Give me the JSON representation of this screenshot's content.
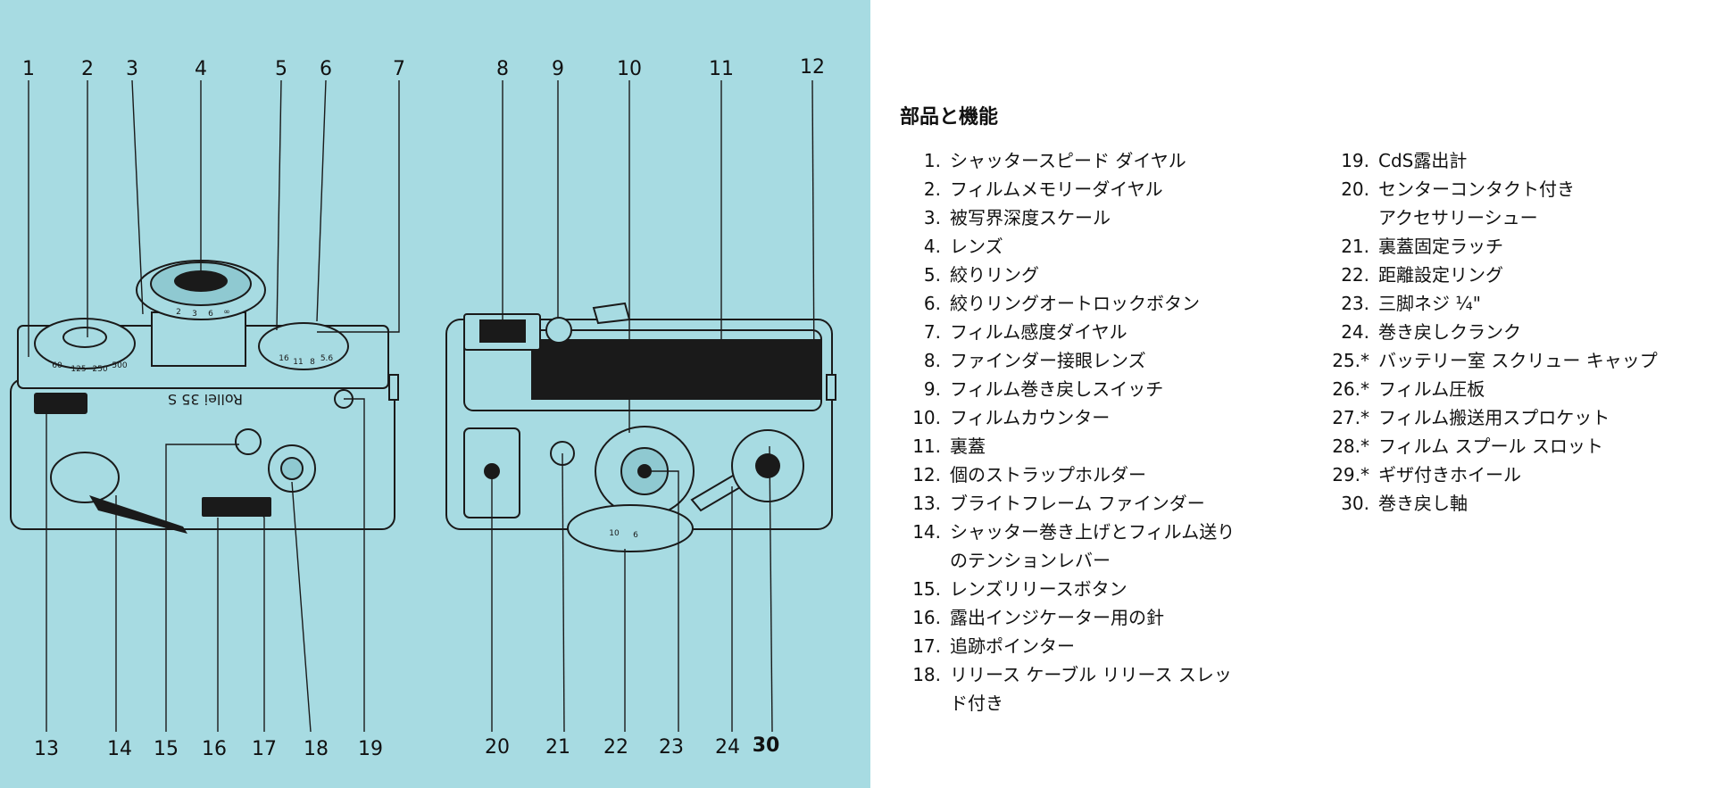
{
  "heading": "部品と機能",
  "parts_left": [
    {
      "num": "1.",
      "label": "シャッタースピード ダイヤル"
    },
    {
      "num": "2.",
      "label": "フィルムメモリーダイヤル"
    },
    {
      "num": "3.",
      "label": "被写界深度スケール"
    },
    {
      "num": "4.",
      "label": "レンズ"
    },
    {
      "num": "5.",
      "label": "絞りリング"
    },
    {
      "num": "6.",
      "label": "絞りリングオートロックボタン"
    },
    {
      "num": "7.",
      "label": "フィルム感度ダイヤル"
    },
    {
      "num": "8.",
      "label": "ファインダー接眼レンズ"
    },
    {
      "num": "9.",
      "label": "フィルム巻き戻しスイッチ"
    },
    {
      "num": "10.",
      "label": "フィルムカウンター"
    },
    {
      "num": "11.",
      "label": "裏蓋"
    },
    {
      "num": "12.",
      "label": "個のストラップホルダー"
    },
    {
      "num": "13.",
      "label": "ブライトフレーム ファインダー"
    },
    {
      "num": "14.",
      "label": "シャッター巻き上げとフィルム送り"
    },
    {
      "num": "",
      "label": "のテンションレバー"
    },
    {
      "num": "15.",
      "label": "レンズリリースボタン"
    },
    {
      "num": "16.",
      "label": "露出インジケーター用の針"
    },
    {
      "num": "17.",
      "label": "追跡ポインター"
    },
    {
      "num": "18.",
      "label": "リリース ケーブル リリース スレッ"
    },
    {
      "num": "",
      "label": "ド付き"
    }
  ],
  "parts_right": [
    {
      "num": "19.",
      "label": "CdS露出計"
    },
    {
      "num": "20.",
      "label": "センターコンタクト付き"
    },
    {
      "num": "",
      "label": "アクセサリーシュー"
    },
    {
      "num": "21.",
      "label": "裏蓋固定ラッチ"
    },
    {
      "num": "22.",
      "label": "距離設定リング"
    },
    {
      "num": "23.",
      "label": "三脚ネジ ¼\""
    },
    {
      "num": "24.",
      "label": "巻き戻しクランク"
    },
    {
      "num": "25.*",
      "label": "バッテリー室 スクリュー キャップ"
    },
    {
      "num": "26.*",
      "label": "フィルム圧板"
    },
    {
      "num": "27.*",
      "label": "フィルム搬送用スプロケット"
    },
    {
      "num": "28.*",
      "label": "フィルム スプール スロット"
    },
    {
      "num": "29.*",
      "label": "ギザ付きホイール"
    },
    {
      "num": "30.",
      "label": "巻き戻し軸"
    }
  ],
  "figure": {
    "callouts_top": [
      "1",
      "2",
      "3",
      "4",
      "5",
      "6",
      "7",
      "8",
      "9",
      "10",
      "11",
      "12"
    ],
    "callouts_bottom": [
      "13",
      "14",
      "15",
      "16",
      "17",
      "18",
      "19",
      "20",
      "21",
      "22",
      "23",
      "24",
      "30"
    ],
    "camera_model_text": "Rollei 35 S",
    "shutter_dial_marks": [
      "60",
      "125",
      "250",
      "500"
    ],
    "lens_distance_marks": [
      "2",
      "3",
      "6",
      "∞"
    ],
    "aperture_marks": [
      "16",
      "11",
      "8",
      "5.6"
    ],
    "counter_marks": [
      "10",
      "6"
    ],
    "background_color": "#a7dbe2"
  }
}
